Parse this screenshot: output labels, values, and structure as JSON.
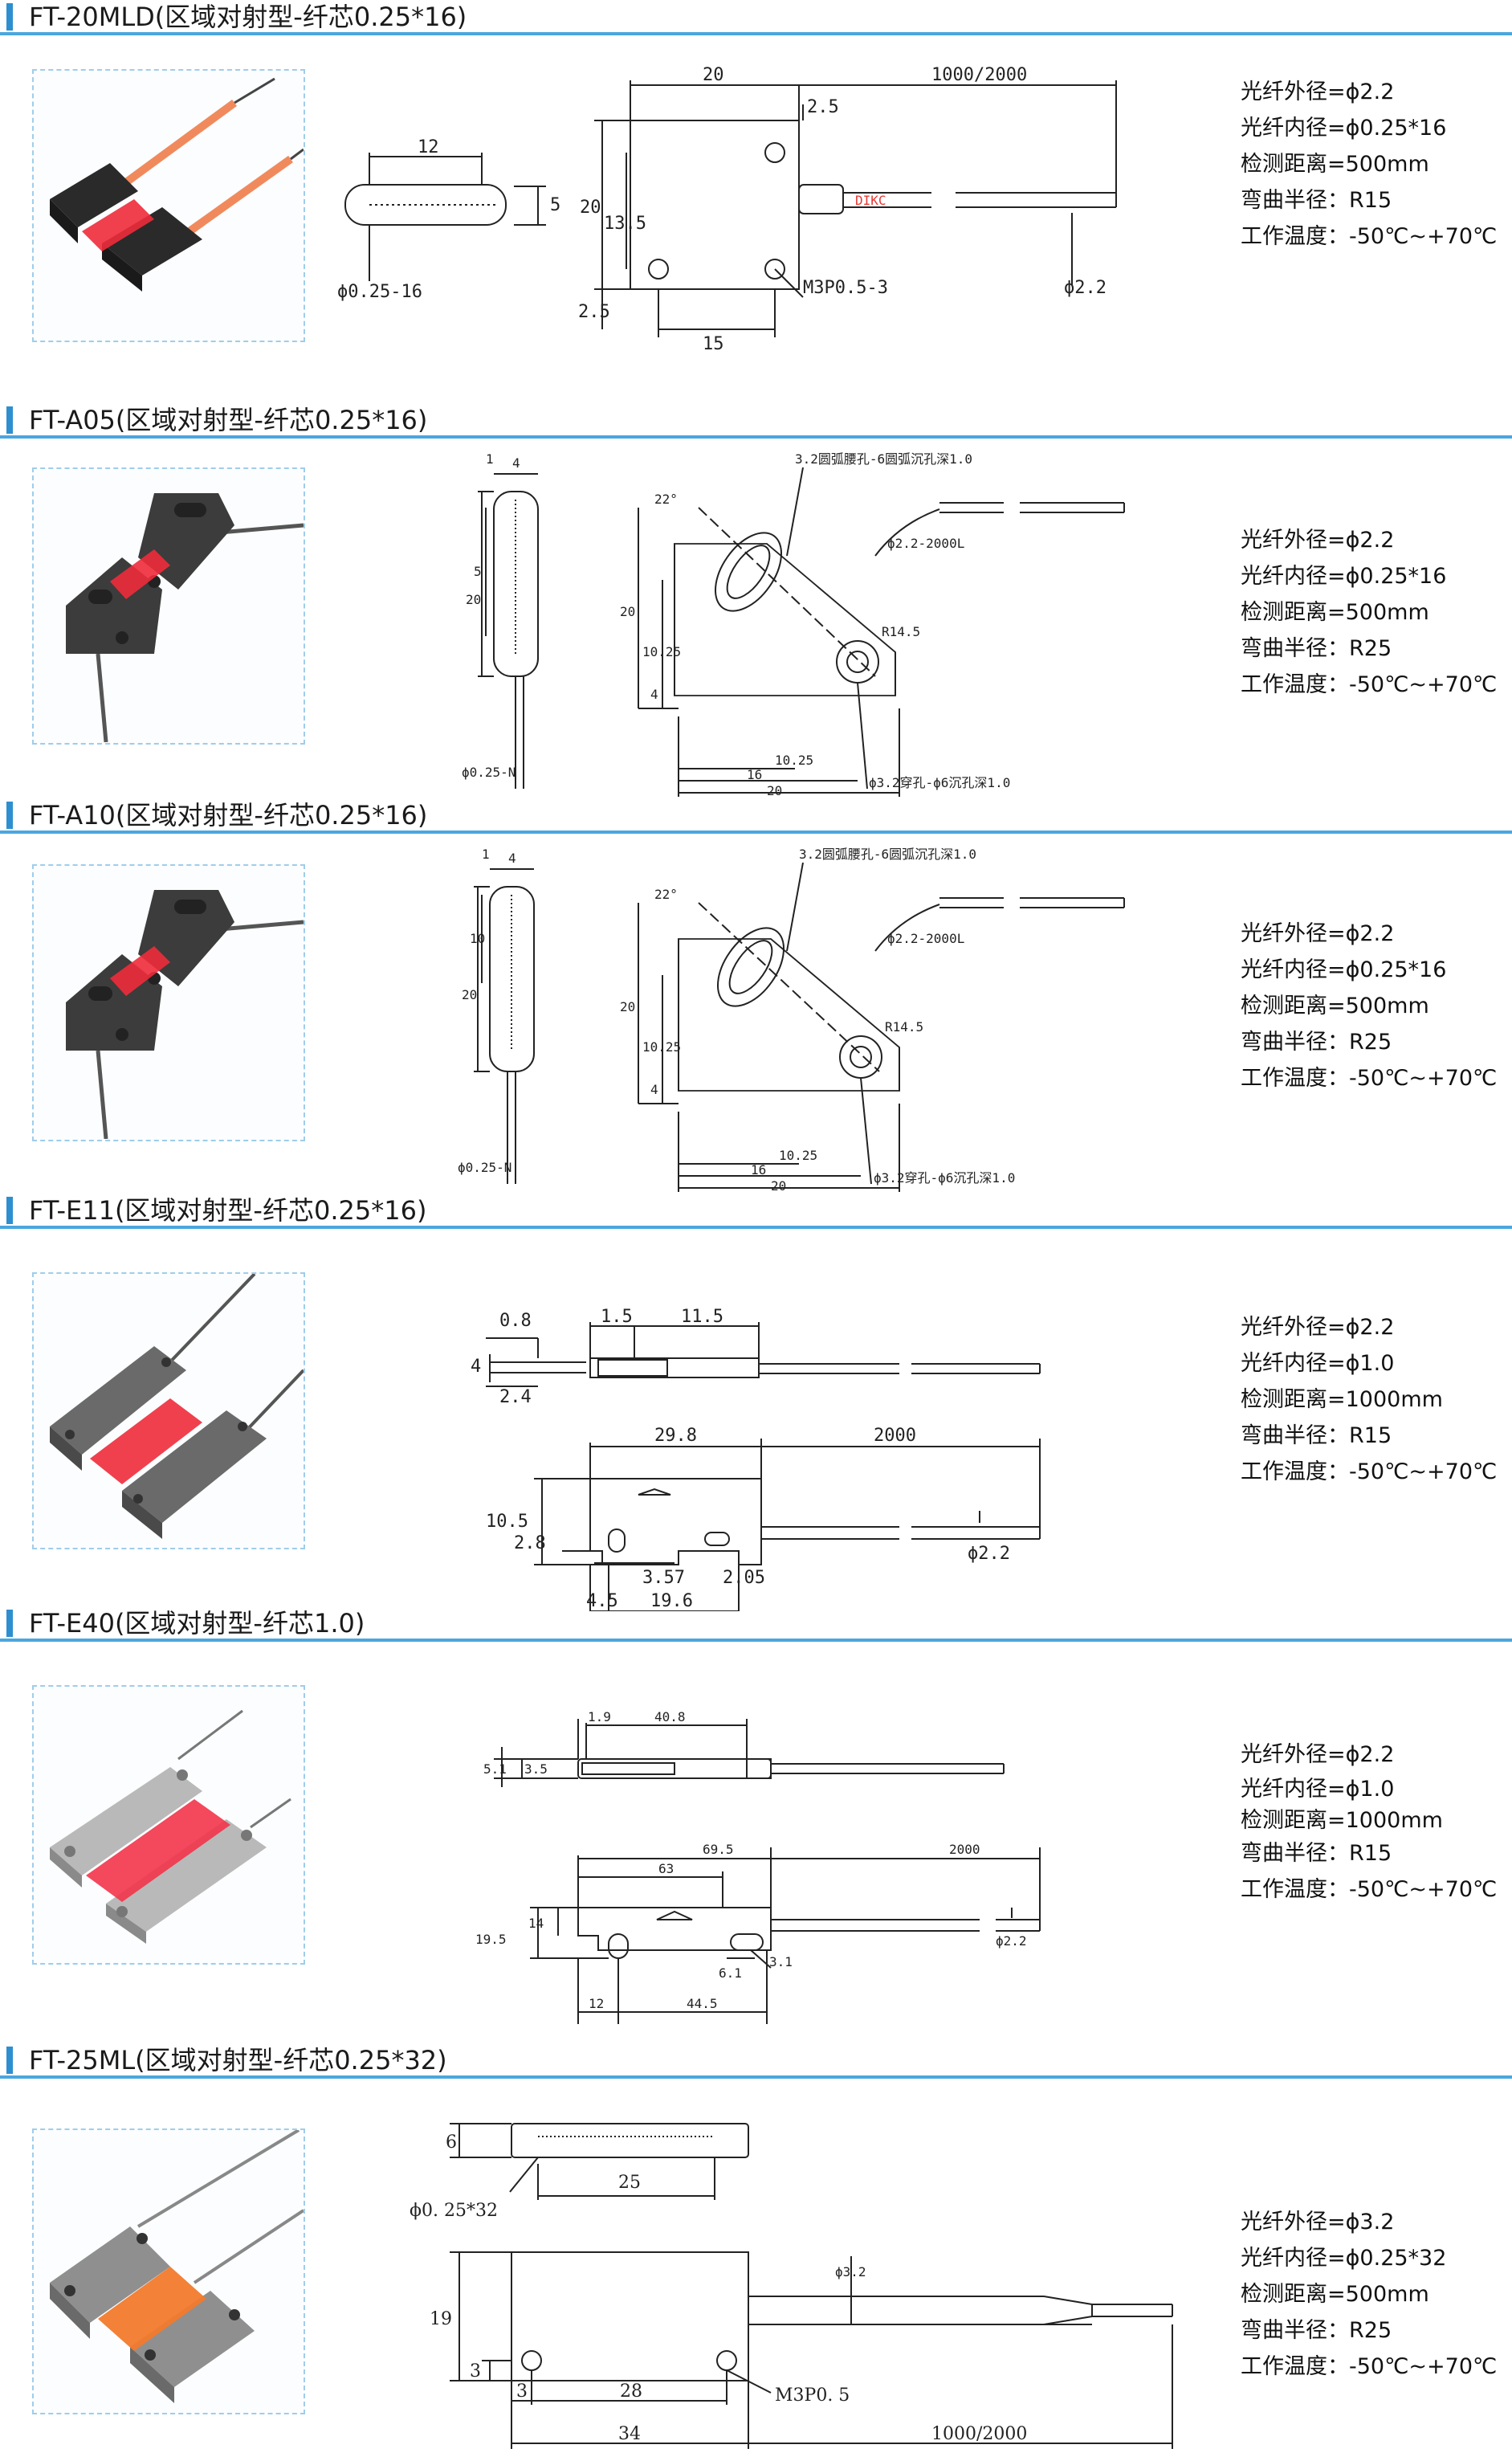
{
  "sections": [
    {
      "title": "FT-20MLD(区域对射型-纤芯0.25*16)",
      "specs": [
        {
          "label": "光纤外径=",
          "value": "ϕ2.2"
        },
        {
          "label": "光纤内径=",
          "value": "ϕ0.25*16"
        },
        {
          "label": "检测距离=",
          "value": "500mm"
        },
        {
          "label": "弯曲半径：",
          "value": "R15"
        },
        {
          "label": "工作温度：",
          "value": "-50℃~+70℃"
        }
      ],
      "dims": {
        "d12": "12",
        "d5": "5",
        "core": "ϕ0.25-16",
        "d20w": "20",
        "d25a": "2.5",
        "len": "1000/2000",
        "d20h": "20",
        "d135": "13.5",
        "d25b": "2.5",
        "d15": "15",
        "thread": "M3P0.5-3",
        "dia": "ϕ2.2",
        "brand": "DIKC"
      }
    },
    {
      "title": "FT-A05(区域对射型-纤芯0.25*16)",
      "specs": [
        {
          "label": "光纤外径=",
          "value": "ϕ2.2"
        },
        {
          "label": "光纤内径=",
          "value": "ϕ0.25*16"
        },
        {
          "label": "检测距离=",
          "value": "500mm"
        },
        {
          "label": "弯曲半径：",
          "value": "R25"
        },
        {
          "label": "工作温度：",
          "value": "-50℃~+70℃"
        }
      ],
      "dims": {
        "d1": "1",
        "d4": "4",
        "d5": "5",
        "d20": "20",
        "core": "ϕ0.25-N",
        "ang": "22°",
        "hole1": "3.2圆弧腰孔-6圆弧沉孔深1.0",
        "cable": "ϕ2.2-2000L",
        "r": "R14.5",
        "h20": "20",
        "h1025": "10.25",
        "h4": "4",
        "w1025": "10.25",
        "w16": "16",
        "w20": "20",
        "hole2": "ϕ3.2穿孔-ϕ6沉孔深1.0"
      }
    },
    {
      "title": "FT-A10(区域对射型-纤芯0.25*16)",
      "specs": [
        {
          "label": "光纤外径=",
          "value": "ϕ2.2"
        },
        {
          "label": "光纤内径=",
          "value": "ϕ0.25*16"
        },
        {
          "label": "检测距离=",
          "value": "500mm"
        },
        {
          "label": "弯曲半径：",
          "value": "R25"
        },
        {
          "label": "工作温度：",
          "value": "-50℃~+70℃"
        }
      ],
      "dims": {
        "d1": "1",
        "d4": "4",
        "d10": "10",
        "d20": "20",
        "core": "ϕ0.25-N",
        "ang": "22°",
        "hole1": "3.2圆弧腰孔-6圆弧沉孔深1.0",
        "cable": "ϕ2.2-2000L",
        "r": "R14.5",
        "h20": "20",
        "h1025": "10.25",
        "h4": "4",
        "w1025": "10.25",
        "w16": "16",
        "w20": "20",
        "hole2": "ϕ3.2穿孔-ϕ6沉孔深1.0"
      }
    },
    {
      "title": "FT-E11(区域对射型-纤芯0.25*16)",
      "specs": [
        {
          "label": "光纤外径=",
          "value": "ϕ2.2"
        },
        {
          "label": "光纤内径=",
          "value": "ϕ1.0"
        },
        {
          "label": "检测距离=",
          "value": "1000mm"
        },
        {
          "label": "弯曲半径：",
          "value": "R15"
        },
        {
          "label": "工作温度：",
          "value": "-50℃~+70℃"
        }
      ],
      "dims": {
        "d08": "0.8",
        "d15": "1.5",
        "d115": "11.5",
        "d4": "4",
        "d24": "2.4",
        "d298": "29.8",
        "d2000": "2000",
        "d105": "10.5",
        "d28": "2.8",
        "d357": "3.57",
        "d205": "2.05",
        "dia": "ϕ2.2",
        "d45": "4.5",
        "d196": "19.6"
      }
    },
    {
      "title": "FT-E40(区域对射型-纤芯1.0)",
      "specs": [
        {
          "label": "光纤外径=",
          "value": "ϕ2.2"
        },
        {
          "label": "光纤内径=",
          "value": "ϕ1.0"
        },
        {
          "label": "检测距离=",
          "value": "1000mm"
        },
        {
          "label": "弯曲半径：",
          "value": "R15"
        },
        {
          "label": "工作温度：",
          "value": "-50℃~+70℃"
        }
      ],
      "dims": {
        "d19": "1.9",
        "d408": "40.8",
        "d51": "5.1",
        "d35": "3.5",
        "d695": "69.5",
        "d2000": "2000",
        "d63": "63",
        "d195": "19.5",
        "d14": "14",
        "d61": "6.1",
        "d31": "3.1",
        "dia": "ϕ2.2",
        "d12": "12",
        "d445": "44.5"
      }
    },
    {
      "title": "FT-25ML(区域对射型-纤芯0.25*32)",
      "specs": [
        {
          "label": "光纤外径=",
          "value": "ϕ3.2"
        },
        {
          "label": "光纤内径=",
          "value": "ϕ0.25*32"
        },
        {
          "label": "检测距离=",
          "value": "500mm"
        },
        {
          "label": "弯曲半径：",
          "value": "R25"
        },
        {
          "label": "工作温度：",
          "value": "-50℃~+70℃"
        }
      ],
      "dims": {
        "d6": "6",
        "core": "ϕ0. 25*32",
        "d25": "25",
        "dia": "ϕ3.2",
        "d19": "19",
        "d3a": "3",
        "d3b": "3",
        "d28": "28",
        "thread": "M3P0. 5",
        "d34": "34",
        "len": "1000/2000"
      }
    }
  ],
  "colors": {
    "accent": "#2e8fd0",
    "accent_line": "#4ba6de",
    "photo_border": "#9fcdea"
  }
}
